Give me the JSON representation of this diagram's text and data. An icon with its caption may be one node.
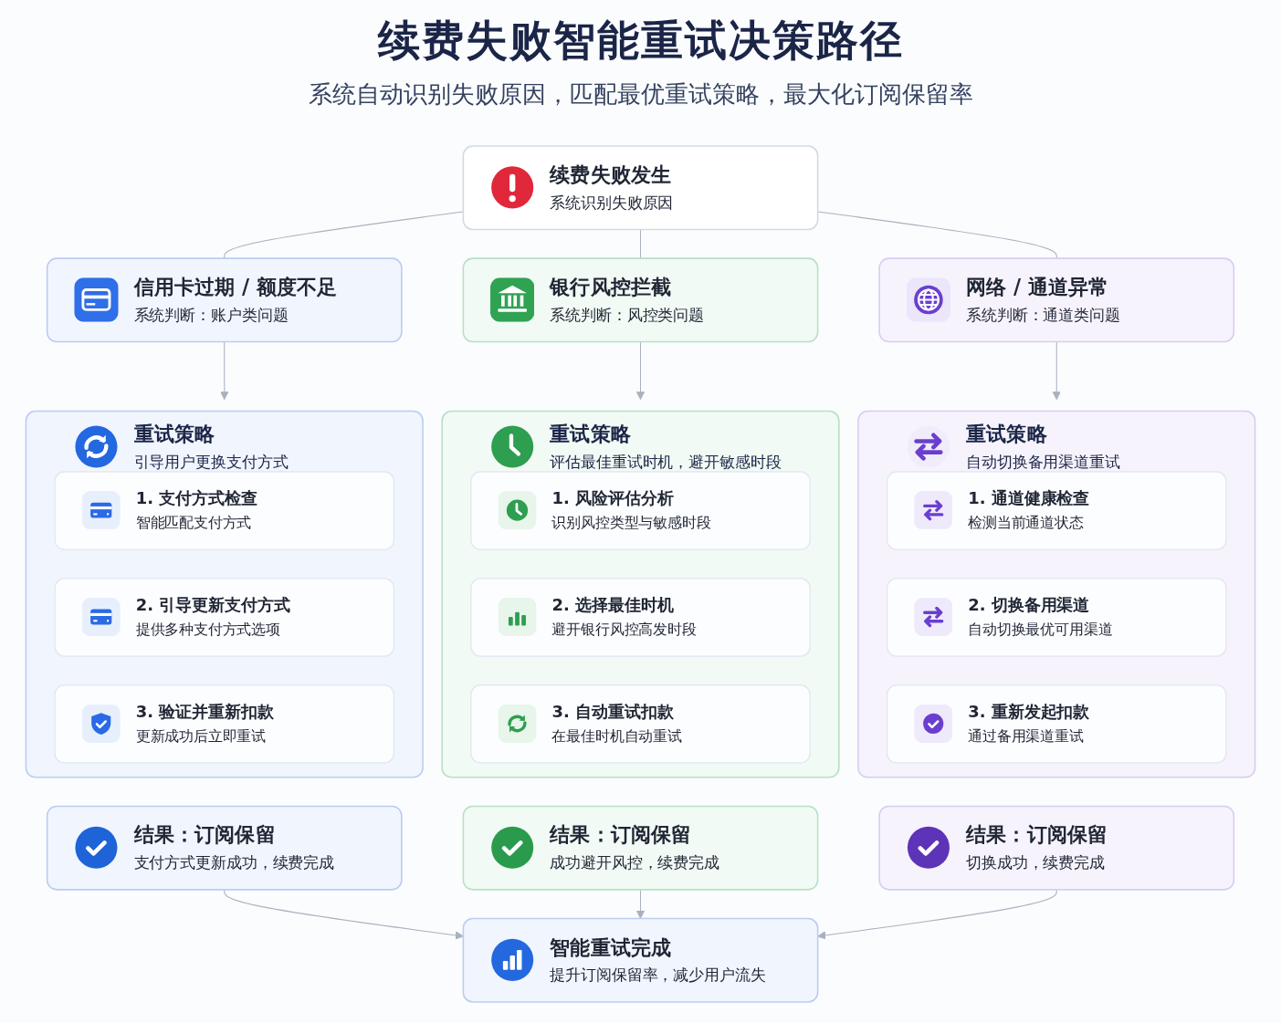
{
  "diagram": {
    "title": "续费失败智能重试决策路径",
    "nodes": [
      {
        "text": [
          "续费失败发生",
          "系统识别失败原因"
        ]
      },
      {
        "text": [
          "信用卡过期 / 额度不足",
          "系统判断：账户类问题"
        ]
      },
      {
        "text": [
          "银行风控拦截",
          "系统判断：风控类问题"
        ]
      },
      {
        "text": [
          "网络 / 通道异常",
          "系统判断：通道类问题"
        ]
      },
      {
        "text": [
          "重试策略",
          "引导用户更换支付方式"
        ]
      },
      {
        "text": [
          "1. 支付方式检查",
          "智能匹配支付方式"
        ],
        "in": 4
      },
      {
        "text": [
          "2. 引导更新支付方式",
          "提供多种支付方式选项"
        ],
        "in": 4
      },
      {
        "text": [
          "3. 验证并重新扣款",
          "更新成功后立即重试"
        ],
        "in": 4
      },
      {
        "text": [
          "重试策略",
          "评估最佳重试时机，避开敏感时段"
        ]
      },
      {
        "text": [
          "1. 风险评估分析",
          "识别风控类型与敏感时段"
        ],
        "in": 8
      },
      {
        "text": [
          "2. 选择最佳时机",
          "避开银行风控高发时段"
        ],
        "in": 8
      },
      {
        "text": [
          "3. 自动重试扣款",
          "在最佳时机自动重试"
        ],
        "in": 8
      },
      {
        "text": [
          "重试策略",
          "自动切换备用渠道重试"
        ]
      },
      {
        "text": [
          "1. 通道健康检查",
          "检测当前通道状态"
        ],
        "in": 12
      },
      {
        "text": [
          "2. 切换备用渠道",
          "自动切换最优可用渠道"
        ],
        "in": 12
      },
      {
        "text": [
          "3. 重新发起扣款",
          "通过备用渠道重试"
        ],
        "in": 12
      },
      {
        "text": [
          "结果：订阅保留",
          "支付方式更新成功，续费完成"
        ]
      },
      {
        "text": [
          "结果：订阅保留",
          "成功避开风控，续费完成"
        ]
      },
      {
        "text": [
          "结果：订阅保留",
          "切换成功，续费完成"
        ]
      },
      {
        "text": [
          "智能重试完成",
          "提升订阅保留率，减少用户流失"
        ]
      }
    ],
    "edges": [
      {
        "from": 0,
        "to": 1,
        "arrow": "none"
      },
      {
        "from": 0,
        "to": 2,
        "arrow": "none"
      },
      {
        "from": 0,
        "to": 3,
        "arrow": "none"
      },
      {
        "from": 1,
        "to": 4,
        "arrow": "to"
      },
      {
        "from": 2,
        "to": 8,
        "arrow": "to"
      },
      {
        "from": 3,
        "to": 12,
        "arrow": "to"
      },
      {
        "from": 16,
        "to": 19,
        "arrow": "to"
      },
      {
        "from": 17,
        "to": 19,
        "arrow": "to"
      },
      {
        "from": 18,
        "to": 19,
        "arrow": "to"
      }
    ],
    "labels": [
      "系统自动识别失败原因，匹配最优重试策略，最大化订阅保留率"
    ]
  }
}
